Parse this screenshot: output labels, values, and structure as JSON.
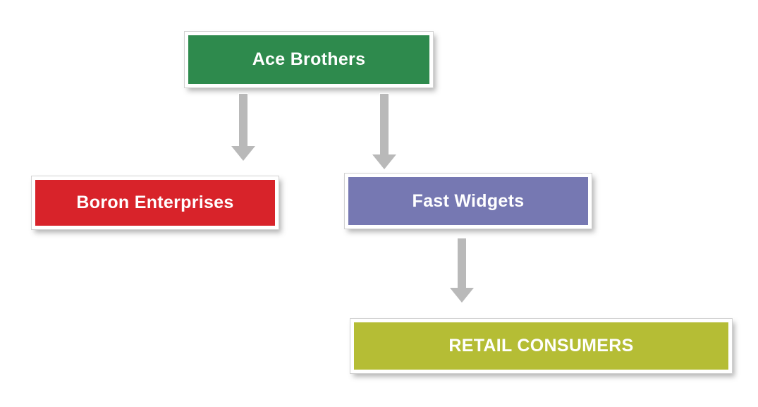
{
  "diagram": {
    "type": "org-flow-chart",
    "arrow_color": "#b9b9b9",
    "nodes": {
      "ace": {
        "label": "Ace Brothers",
        "color": "#2e8a4d"
      },
      "boron": {
        "label": "Boron Enterprises",
        "color": "#d8232a"
      },
      "fast": {
        "label": "Fast Widgets",
        "color": "#7678b2"
      },
      "retail": {
        "label": "RETAIL CONSUMERS",
        "color": "#b5bd35"
      }
    },
    "edges": [
      {
        "from": "Ace Brothers",
        "to": "Boron Enterprises"
      },
      {
        "from": "Ace Brothers",
        "to": "Fast Widgets"
      },
      {
        "from": "Fast Widgets",
        "to": "RETAIL CONSUMERS"
      }
    ]
  }
}
